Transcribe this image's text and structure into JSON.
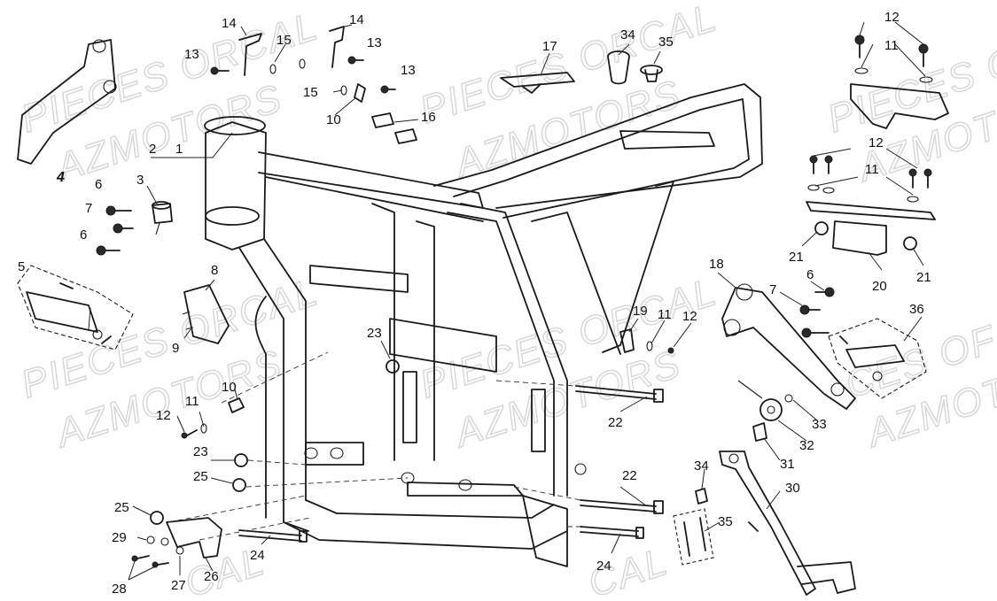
{
  "watermarks": [
    {
      "id": "w1",
      "text": "PIECES ORCAL"
    },
    {
      "id": "w2",
      "text": "AZMOTORS"
    },
    {
      "id": "w3",
      "text": "PIECES ORCAL"
    },
    {
      "id": "w4",
      "text": "AZMOTORS"
    },
    {
      "id": "w5",
      "text": "PIECES ORCAL"
    },
    {
      "id": "w6",
      "text": "AZMOTORS"
    },
    {
      "id": "w7",
      "text": "PIECES ORCAL"
    },
    {
      "id": "w8",
      "text": "AZMOTORS"
    },
    {
      "id": "w9",
      "text": "PIECES O"
    },
    {
      "id": "w10",
      "text": "AZMOT"
    },
    {
      "id": "w11",
      "text": "CES OF"
    },
    {
      "id": "w12",
      "text": "AZMOT"
    },
    {
      "id": "w13",
      "text": "CAL"
    },
    {
      "id": "w14",
      "text": "CAL"
    }
  ],
  "callouts": [
    {
      "id": "c1",
      "label": "1"
    },
    {
      "id": "c2",
      "label": "2"
    },
    {
      "id": "c3",
      "label": "3"
    },
    {
      "id": "c4",
      "label": "4"
    },
    {
      "id": "c5",
      "label": "5"
    },
    {
      "id": "c6a",
      "label": "6"
    },
    {
      "id": "c6b",
      "label": "6"
    },
    {
      "id": "c6c",
      "label": "6"
    },
    {
      "id": "c7a",
      "label": "7"
    },
    {
      "id": "c7b",
      "label": "7"
    },
    {
      "id": "c8",
      "label": "8"
    },
    {
      "id": "c9",
      "label": "9"
    },
    {
      "id": "c10a",
      "label": "10"
    },
    {
      "id": "c10b",
      "label": "10"
    },
    {
      "id": "c11a",
      "label": "11"
    },
    {
      "id": "c11b",
      "label": "11"
    },
    {
      "id": "c11c",
      "label": "11"
    },
    {
      "id": "c11d",
      "label": "11"
    },
    {
      "id": "c12a",
      "label": "12"
    },
    {
      "id": "c12b",
      "label": "12"
    },
    {
      "id": "c12c",
      "label": "12"
    },
    {
      "id": "c12d",
      "label": "12"
    },
    {
      "id": "c13a",
      "label": "13"
    },
    {
      "id": "c13b",
      "label": "13"
    },
    {
      "id": "c13c",
      "label": "13"
    },
    {
      "id": "c14a",
      "label": "14"
    },
    {
      "id": "c14b",
      "label": "14"
    },
    {
      "id": "c15a",
      "label": "15"
    },
    {
      "id": "c15b",
      "label": "15"
    },
    {
      "id": "c16",
      "label": "16"
    },
    {
      "id": "c17",
      "label": "17"
    },
    {
      "id": "c18",
      "label": "18"
    },
    {
      "id": "c19",
      "label": "19"
    },
    {
      "id": "c20",
      "label": "20"
    },
    {
      "id": "c21a",
      "label": "21"
    },
    {
      "id": "c21b",
      "label": "21"
    },
    {
      "id": "c22a",
      "label": "22"
    },
    {
      "id": "c22b",
      "label": "22"
    },
    {
      "id": "c23a",
      "label": "23"
    },
    {
      "id": "c23b",
      "label": "23"
    },
    {
      "id": "c24a",
      "label": "24"
    },
    {
      "id": "c24b",
      "label": "24"
    },
    {
      "id": "c25a",
      "label": "25"
    },
    {
      "id": "c25b",
      "label": "25"
    },
    {
      "id": "c26",
      "label": "26"
    },
    {
      "id": "c27",
      "label": "27"
    },
    {
      "id": "c28",
      "label": "28"
    },
    {
      "id": "c29",
      "label": "29"
    },
    {
      "id": "c30",
      "label": "30"
    },
    {
      "id": "c31",
      "label": "31"
    },
    {
      "id": "c32",
      "label": "32"
    },
    {
      "id": "c33",
      "label": "33"
    },
    {
      "id": "c34a",
      "label": "34"
    },
    {
      "id": "c34b",
      "label": "34"
    },
    {
      "id": "c35a",
      "label": "35"
    },
    {
      "id": "c35b",
      "label": "35"
    },
    {
      "id": "c36",
      "label": "36"
    }
  ]
}
